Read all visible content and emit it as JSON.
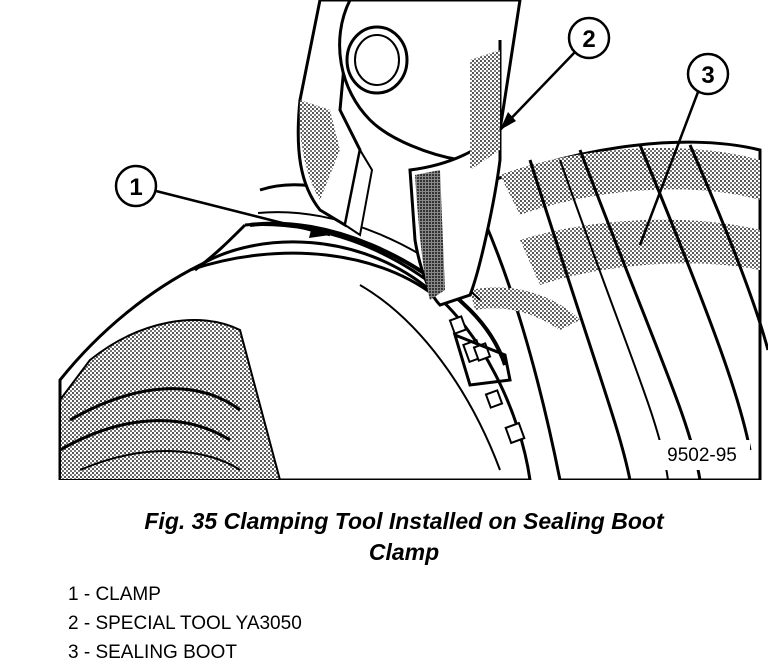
{
  "figure": {
    "id_label": "9502-95",
    "callouts": [
      "1",
      "2",
      "3"
    ]
  },
  "caption": {
    "line1": "Fig. 35 Clamping Tool Installed on Sealing Boot",
    "line2": "Clamp"
  },
  "legend": [
    "1 - CLAMP",
    "2 - SPECIAL TOOL YA3050",
    "3 - SEALING BOOT"
  ],
  "colors": {
    "ink": "#000000",
    "paper": "#ffffff",
    "shade": "#9a9a9a"
  }
}
